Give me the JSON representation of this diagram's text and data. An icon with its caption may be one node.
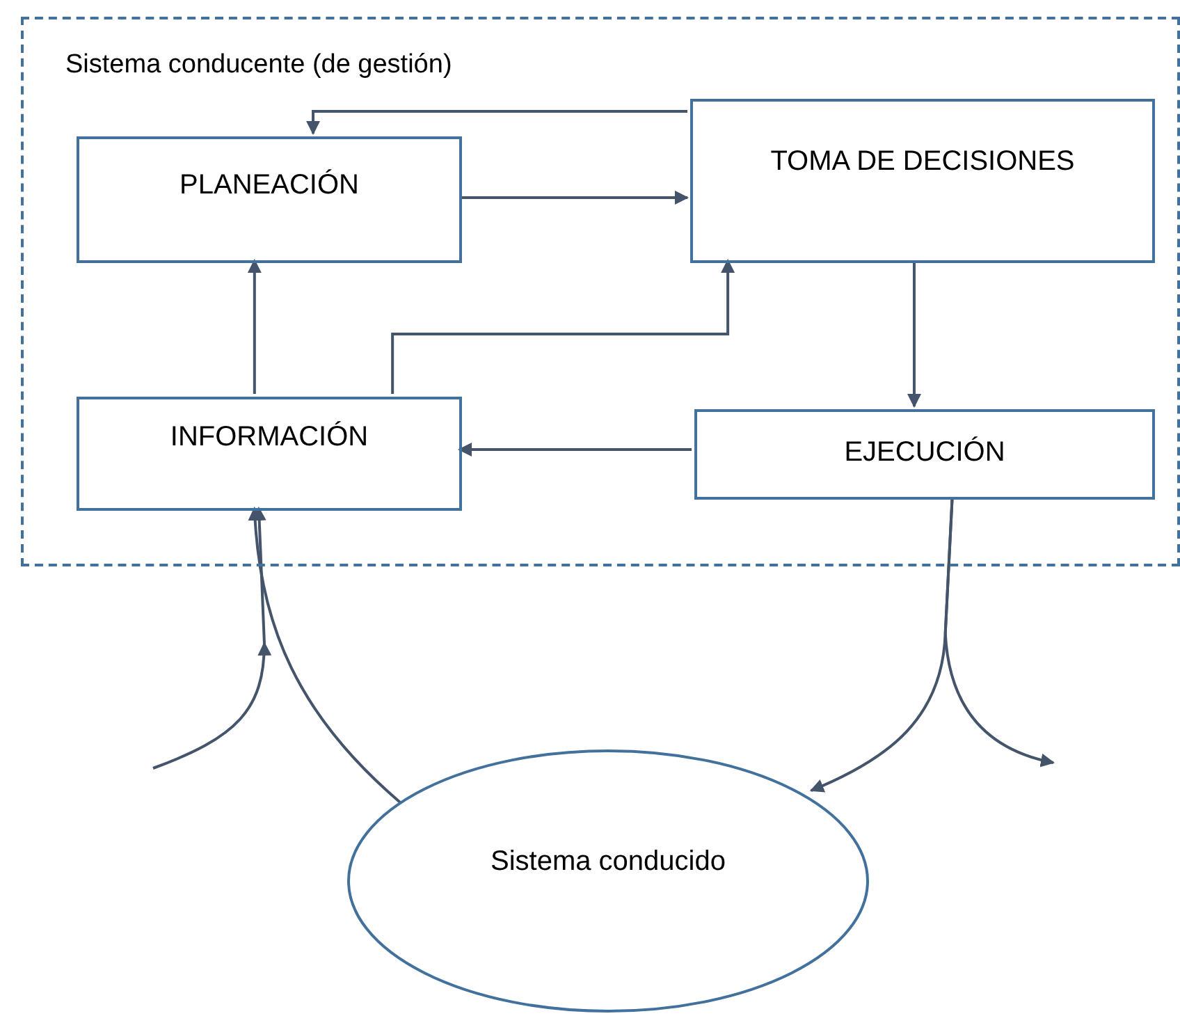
{
  "diagram": {
    "nodes": [
      {
        "text": [
          "Sistema conducente (de gestión)"
        ]
      },
      {
        "text": [
          "PLANEACIÓN"
        ],
        "in": 0
      },
      {
        "text": [
          "TOMA DE DECISIONES"
        ],
        "in": 0
      },
      {
        "text": [
          "INFORMACIÓN"
        ],
        "in": 0
      },
      {
        "text": [
          "EJECUCIÓN"
        ],
        "in": 0
      },
      {
        "text": [
          "Sistema conducido"
        ]
      }
    ],
    "edges": [
      {
        "from": 2,
        "to": 1,
        "arrow": "to"
      },
      {
        "from": 1,
        "to": 2,
        "arrow": "to"
      },
      {
        "from": 3,
        "to": 1,
        "arrow": "to"
      },
      {
        "from": 3,
        "to": 2,
        "arrow": "to"
      },
      {
        "from": 2,
        "to": 4,
        "arrow": "to"
      },
      {
        "from": 4,
        "to": 3,
        "arrow": "to"
      },
      {
        "from": 5,
        "to": 3,
        "arrow": "to"
      },
      {
        "from": null,
        "to": 3,
        "arrow": "to"
      },
      {
        "from": 4,
        "to": 5,
        "arrow": "to"
      },
      {
        "from": 4,
        "to": null,
        "arrow": "to"
      }
    ]
  }
}
